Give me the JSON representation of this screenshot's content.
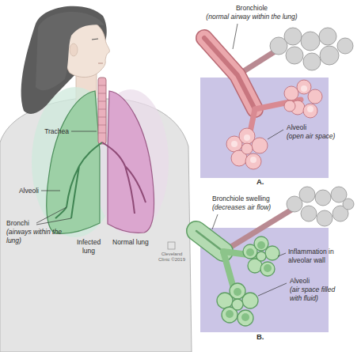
{
  "diagram": {
    "labels": [
      "Bronchiole",
      "(normal airway within the lung)",
      "Trachea",
      "Alveoli",
      "(open air space)",
      "A.",
      "Alveoli",
      "Bronchi",
      "(airways within the lung)",
      "Infected lung",
      "Normal lung",
      "Cleveland Clinic ©2019",
      "Bronchiole swelling",
      "(decreases air flow)",
      "Inflammation in alveolar wall",
      "Alveoli",
      "(air space filled with fluid)",
      "B."
    ]
  }
}
